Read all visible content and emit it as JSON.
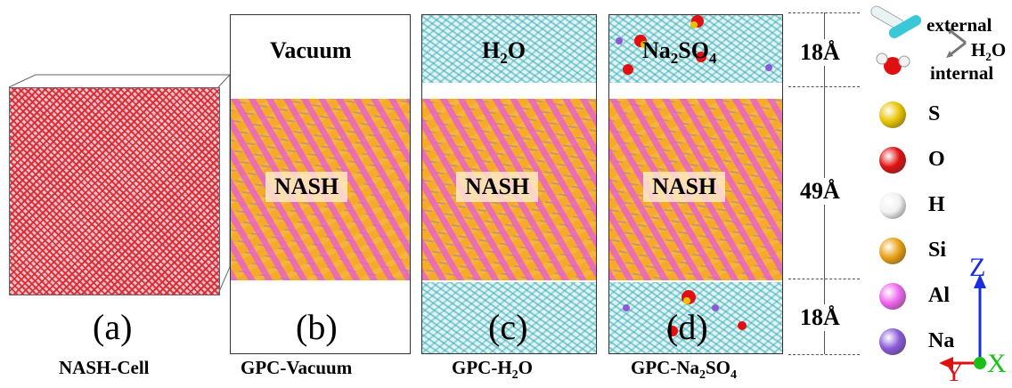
{
  "panels": {
    "a": {
      "letter": "(a)",
      "caption": "NASH-Cell"
    },
    "b": {
      "top": "Vacuum",
      "center": "NASH",
      "letter": "(b)",
      "caption": "GPC-Vacuum"
    },
    "c": {
      "top_main": "H",
      "top_sub": "2",
      "top_tail": "O",
      "center": "NASH",
      "letter": "(c)",
      "caption_main": "GPC-H",
      "caption_sub": "2",
      "caption_tail": "O"
    },
    "d": {
      "top_main": "Na",
      "top_sub": "2",
      "top_mid": "SO",
      "top_sub2": "4",
      "center": "NASH",
      "letter": "(d)",
      "caption_main": "GPC-Na",
      "caption_sub": "2",
      "caption_mid": "SO",
      "caption_sub2": "4"
    }
  },
  "dimensions": {
    "top": "18Å",
    "middle": "49Å",
    "bottom": "18Å"
  },
  "water_legend": {
    "external": "external",
    "internal": "internal",
    "h2o_main": "H",
    "h2o_sub": "2",
    "h2o_tail": "O"
  },
  "atom_legend": [
    {
      "symbol": "S",
      "color": "#e8c400"
    },
    {
      "symbol": "O",
      "color": "#e01010"
    },
    {
      "symbol": "H",
      "color": "#f2f2f2"
    },
    {
      "symbol": "Si",
      "color": "#e8a010"
    },
    {
      "symbol": "Al",
      "color": "#ee66ee"
    },
    {
      "symbol": "Na",
      "color": "#8a5ad8"
    }
  ],
  "axes": {
    "z": "Z",
    "y": "Y",
    "x": "X"
  },
  "colors": {
    "water": "#3aaab4",
    "si": "#f5b43a",
    "al": "#e65adc"
  }
}
